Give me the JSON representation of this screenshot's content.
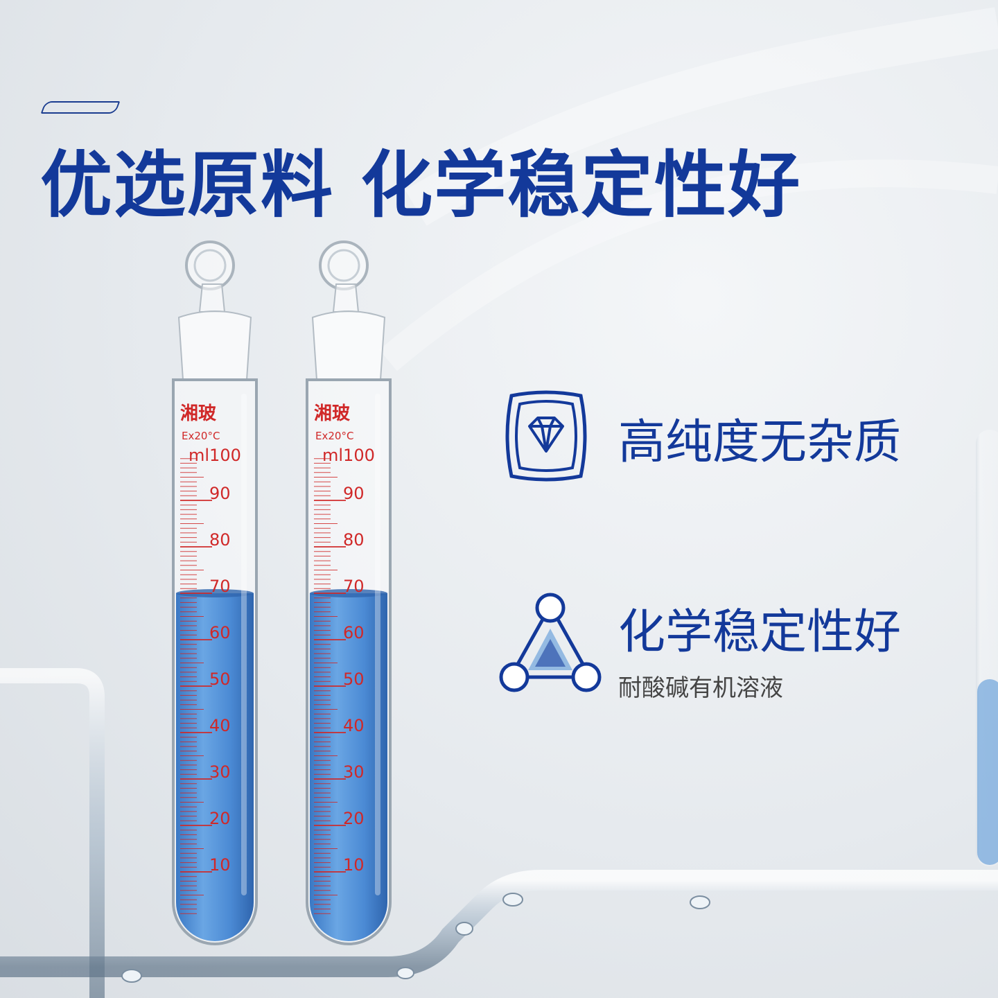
{
  "headline": "优选原料 化学稳定性好",
  "features": [
    {
      "title": "高纯度无杂质",
      "icon": "diamond-icon"
    },
    {
      "title": "化学稳定性好",
      "subtitle": "耐酸碱有机溶液",
      "icon": "molecule-triangle-icon"
    }
  ],
  "tubes": [
    {
      "brand": "湘玻",
      "spec": "Ex20°C",
      "capacity": "ml100",
      "marks": [
        "90",
        "80",
        "70",
        "60",
        "50",
        "40",
        "30",
        "20",
        "10"
      ],
      "fill_ml": 70
    },
    {
      "brand": "湘玻",
      "spec": "Ex20°C",
      "capacity": "ml100",
      "marks": [
        "90",
        "80",
        "70",
        "60",
        "50",
        "40",
        "30",
        "20",
        "10"
      ],
      "fill_ml": 70
    }
  ],
  "colors": {
    "brand_blue": "#13399a",
    "liquid_blue": "#4d8fd6",
    "graduation_red": "#d02828"
  }
}
